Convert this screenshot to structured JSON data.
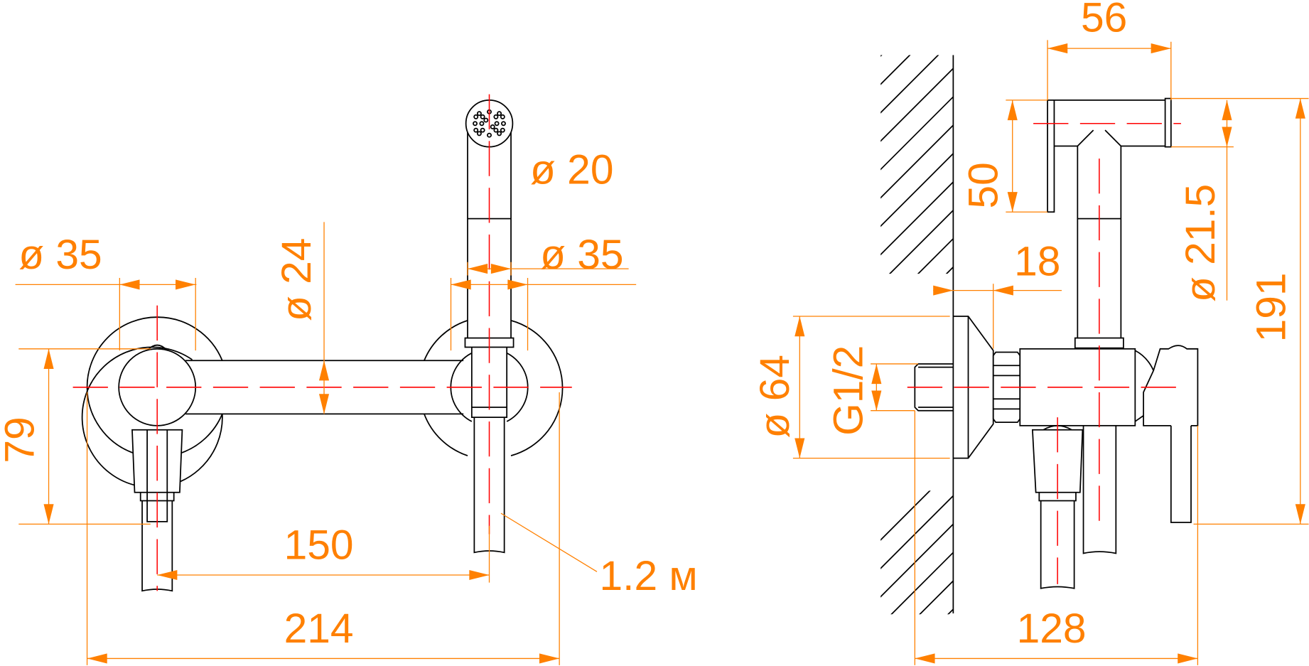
{
  "drawing": {
    "title": "Hygienic shower set dimensional drawing",
    "colors": {
      "dimension": "#ff8000",
      "centerline": "#ff0000",
      "outline": "#000000"
    },
    "front_view": {
      "dims": {
        "d35_left": "ø 35",
        "d24": "ø 24",
        "d20": "ø 20",
        "d35_right": "ø 35",
        "h79": "79",
        "w150": "150",
        "w214": "214",
        "hose": "1.2 м"
      }
    },
    "side_view": {
      "dims": {
        "w56": "56",
        "h50": "50",
        "d21_5": "ø 21.5",
        "h191": "191",
        "w18": "18",
        "d64": "ø 64",
        "thread": "G1/2",
        "w128": "128"
      }
    }
  }
}
